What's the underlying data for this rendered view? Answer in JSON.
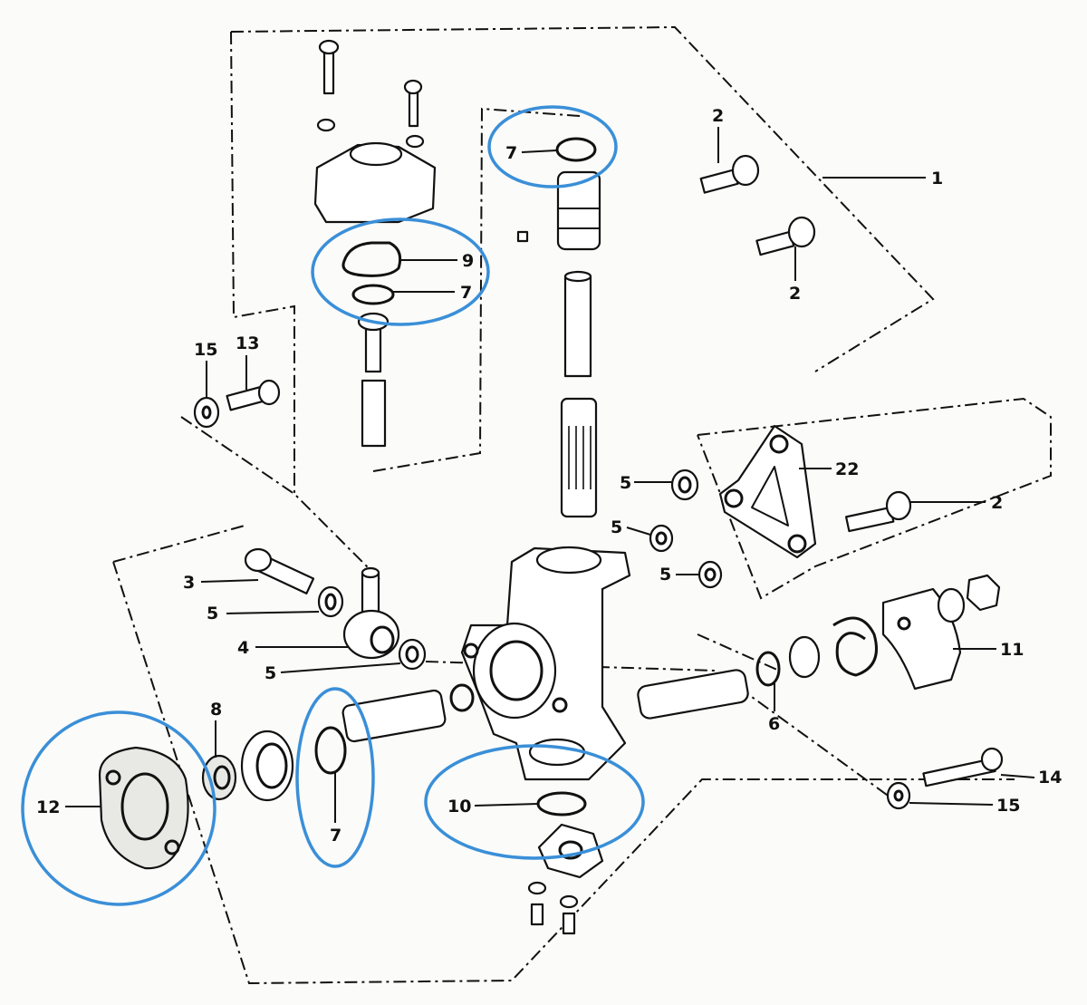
{
  "labels": {
    "l1": "1",
    "l2a": "2",
    "l2b": "2",
    "l2c": "2",
    "l3": "3",
    "l4": "4",
    "l5a": "5",
    "l5b": "5",
    "l5c": "5",
    "l5d": "5",
    "l5e": "5",
    "l6": "6",
    "l7a": "7",
    "l7b": "7",
    "l7c": "7",
    "l8": "8",
    "l9": "9",
    "l10": "10",
    "l11": "11",
    "l12": "12",
    "l13": "13",
    "l14": "14",
    "l15a": "15",
    "l15b": "15",
    "l22": "22"
  },
  "colors": {
    "highlight": "#3a8fd8",
    "ink": "#111111",
    "paper": "#fbfbf9"
  }
}
